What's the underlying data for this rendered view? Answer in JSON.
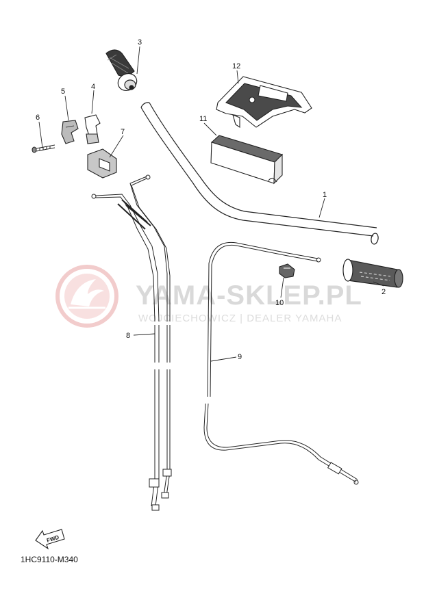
{
  "watermark": {
    "title": "YAMA-SKLEP.PL",
    "subtitle": "WOJCIECHOWICZ | DEALER YAMAHA"
  },
  "parts": [
    {
      "num": "1"
    },
    {
      "num": "2"
    },
    {
      "num": "3"
    },
    {
      "num": "4"
    },
    {
      "num": "5"
    },
    {
      "num": "6"
    },
    {
      "num": "7"
    },
    {
      "num": "8"
    },
    {
      "num": "9"
    },
    {
      "num": "10"
    },
    {
      "num": "11"
    },
    {
      "num": "12"
    }
  ],
  "fwd_label": "FWD",
  "diagram_code": "1HC9110-M340",
  "colors": {
    "line": "#222222",
    "watermark_red": "#e9a3a3",
    "watermark_gray": "#d9d9d9"
  }
}
